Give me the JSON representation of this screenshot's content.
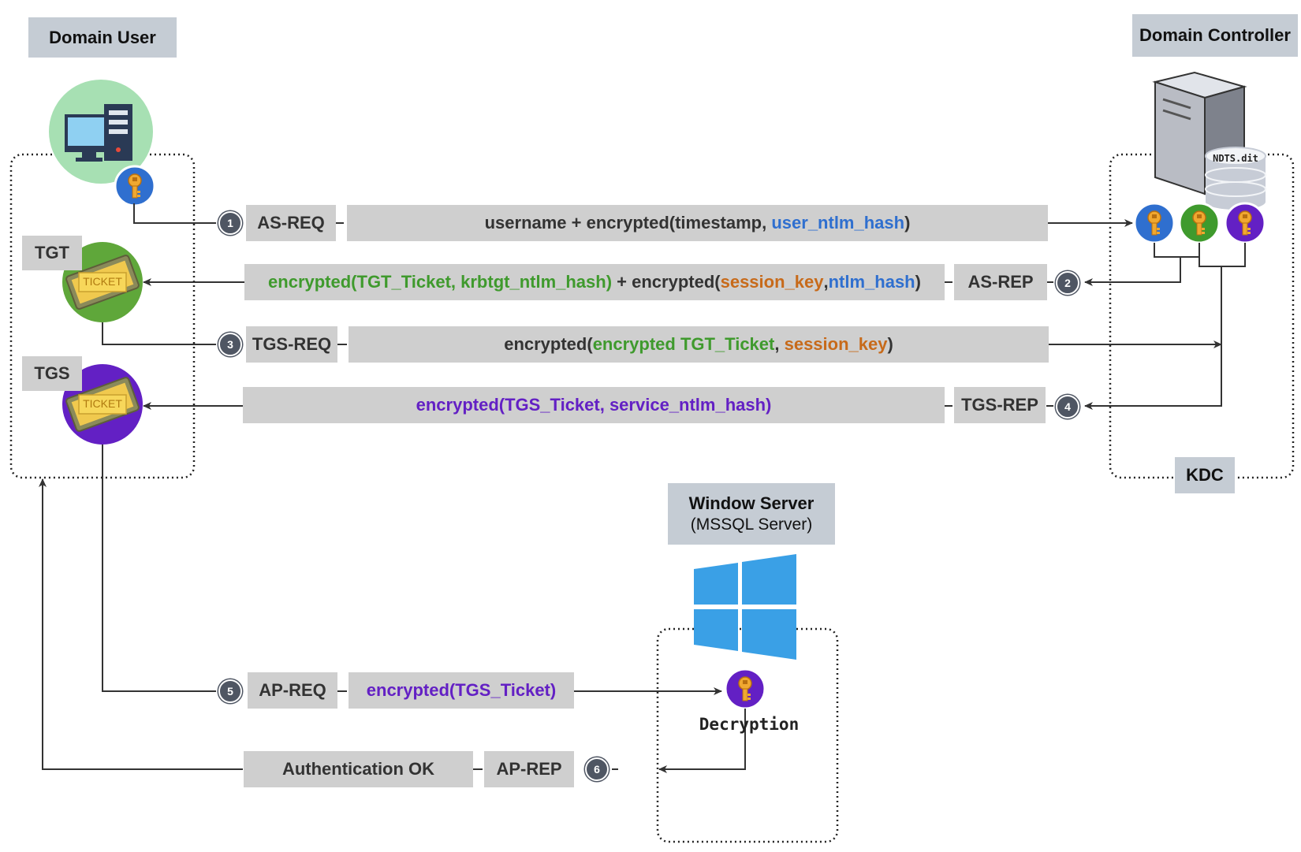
{
  "headers": {
    "domain_user": "Domain User",
    "domain_controller": "Domain Controller",
    "kdc": "KDC",
    "window_server_line1": "Window Server",
    "window_server_line2": "(MSSQL Server)"
  },
  "ticket_labels": {
    "tgt": "TGT",
    "tgs": "TGS",
    "ticket_text": "TICKET"
  },
  "database_label": "NDTS.dit",
  "decryption_label": "Decryption",
  "steps": {
    "as_req": {
      "num": "1",
      "label": "AS-REQ",
      "parts": [
        "username + encrypted(timestamp, ",
        "user_ntlm_hash",
        ")"
      ]
    },
    "as_rep": {
      "num": "2",
      "label": "AS-REP",
      "parts": [
        "encrypted(TGT_Ticket, krbtgt_ntlm_hash)",
        " + encrypted(",
        "session_key",
        ",",
        "ntlm_hash",
        ")"
      ]
    },
    "tgs_req": {
      "num": "3",
      "label": "TGS-REQ",
      "parts": [
        "encrypted(",
        "encrypted TGT_Ticket",
        ", ",
        "session_key",
        ")"
      ]
    },
    "tgs_rep": {
      "num": "4",
      "label": "TGS-REP",
      "parts": [
        "encrypted(TGS_Ticket, service_ntlm_hash)"
      ]
    },
    "ap_req": {
      "num": "5",
      "label": "AP-REQ",
      "parts": [
        "encrypted(TGS_Ticket)"
      ]
    },
    "ap_rep": {
      "num": "6",
      "label": "AP-REP",
      "parts": [
        "Authentication OK"
      ]
    }
  },
  "colors": {
    "user_key": "#2f6fcf",
    "krbtgt_key": "#3f9a2d",
    "service_key": "#6320c4",
    "session_key": "#c76a1a",
    "label_bg": "#cfcfcf",
    "header_bg": "#c5ccd4",
    "windows_blue": "#3aa0e6"
  },
  "icons": [
    "computer-icon",
    "key-icon",
    "ticket-icon",
    "server-icon",
    "database-icon",
    "windows-logo-icon"
  ]
}
